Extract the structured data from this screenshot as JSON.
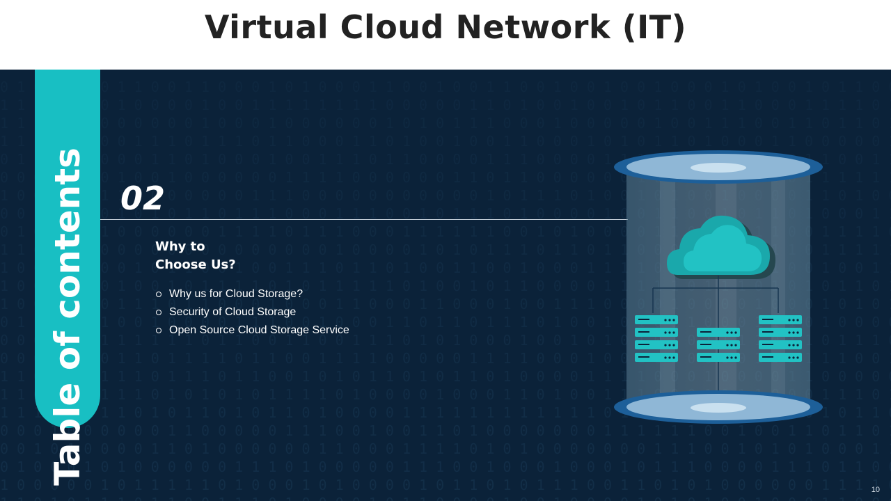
{
  "slide": {
    "title": "Virtual Cloud Network (IT)",
    "page_number": "10"
  },
  "toc": {
    "label": "Table of contents",
    "section_number": "02",
    "heading_line1": "Why to",
    "heading_line2": "Choose Us?",
    "items": [
      {
        "label": "Why us for Cloud Storage?"
      },
      {
        "label": "Security of Cloud Storage"
      },
      {
        "label": "Open Source Cloud Storage Service"
      }
    ]
  },
  "colors": {
    "background": "#0b2239",
    "accent": "#18bfc3",
    "title_text": "#222222",
    "cylinder_cap": "#8fb7d6",
    "cylinder_rim": "#1d5f99"
  },
  "illustration": {
    "icons": [
      "cloud-icon",
      "server-rack-icon",
      "server-rack-icon",
      "server-rack-icon"
    ]
  }
}
